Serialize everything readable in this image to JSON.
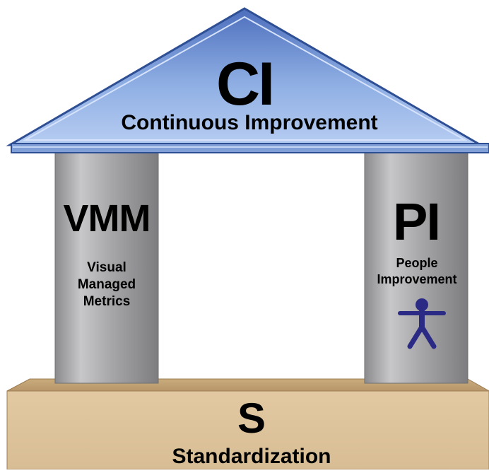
{
  "roof": {
    "abbr": "CI",
    "label": "Continuous Improvement"
  },
  "left_pillar": {
    "abbr": "VMM",
    "label_lines": [
      "Visual",
      "Managed",
      "Metrics"
    ]
  },
  "right_pillar": {
    "abbr": "PI",
    "label_lines": [
      "People",
      "Improvement"
    ],
    "icon": "person-icon"
  },
  "base": {
    "abbr": "S",
    "label": "Standardization"
  },
  "colors": {
    "roof_blue": "#7f9fd6",
    "roof_dark": "#2f4f95",
    "pillar_gray": "#a9a9ab",
    "base_tan": "#dcc29a",
    "person_navy": "#2b2b86"
  }
}
